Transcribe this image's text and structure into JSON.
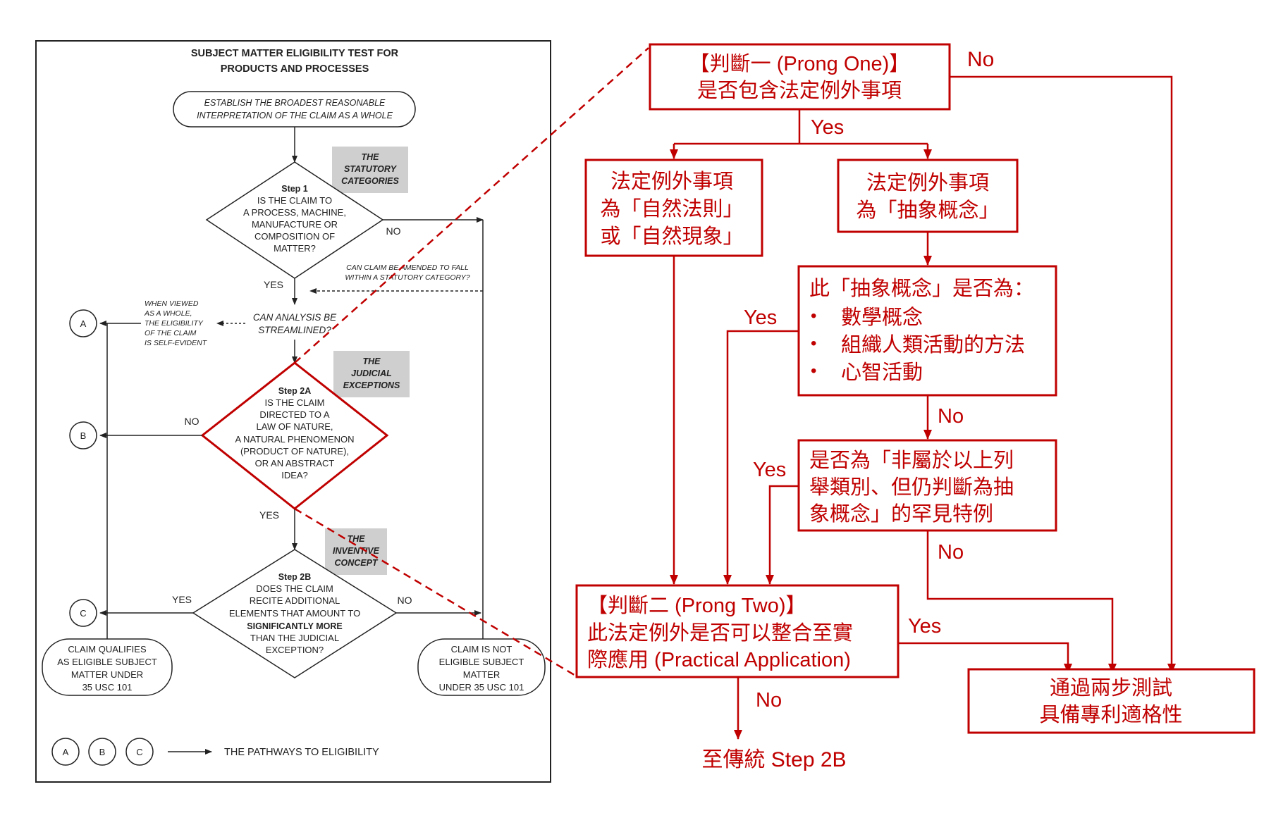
{
  "left_flowchart": {
    "title_line1": "SUBJECT MATTER ELIGIBILITY TEST FOR",
    "title_line2": "PRODUCTS AND PROCESSES",
    "start_line1": "ESTABLISH THE BROADEST REASONABLE",
    "start_line2": "INTERPRETATION OF THE CLAIM AS A WHOLE",
    "tag_statutory": [
      "THE",
      "STATUTORY",
      "CATEGORIES"
    ],
    "step1_lines": [
      "Step 1",
      "IS THE CLAIM TO",
      "A PROCESS, MACHINE,",
      "MANUFACTURE OR",
      "COMPOSITION OF",
      "MATTER?"
    ],
    "step1_no": "NO",
    "step1_yes": "YES",
    "amend_line1": "CAN CLAIM BE AMENDED TO FALL",
    "amend_line2": "WITHIN A STATUTORY CATEGORY?",
    "streamline_line1": "CAN ANALYSIS BE",
    "streamline_line2": "STREAMLINED?",
    "self_evident_lines": [
      "WHEN VIEWED",
      "AS A WHOLE,",
      "THE ELIGIBILITY",
      "OF THE CLAIM",
      "IS SELF-EVIDENT"
    ],
    "tag_judicial": [
      "THE",
      "JUDICIAL",
      "EXCEPTIONS"
    ],
    "step2a_lines": [
      "Step 2A",
      "IS THE CLAIM",
      "DIRECTED TO A",
      "LAW OF NATURE,",
      "A NATURAL PHENOMENON",
      "(PRODUCT OF NATURE),",
      "OR AN ABSTRACT",
      "IDEA?"
    ],
    "step2a_no": "NO",
    "step2a_yes": "YES",
    "tag_inventive": [
      "THE",
      "INVENTIVE",
      "CONCEPT"
    ],
    "step2b_lines": [
      "Step 2B",
      "DOES THE CLAIM",
      "RECITE ADDITIONAL",
      "ELEMENTS THAT AMOUNT TO",
      "SIGNIFICANTLY MORE",
      "THAN THE JUDICIAL",
      "EXCEPTION?"
    ],
    "step2b_yes": "YES",
    "step2b_no": "NO",
    "qualifies_lines": [
      "CLAIM QUALIFIES",
      "AS ELIGIBLE SUBJECT",
      "MATTER UNDER",
      "35 USC 101"
    ],
    "not_eligible_lines": [
      "CLAIM IS NOT",
      "ELIGIBLE SUBJECT",
      "MATTER",
      "UNDER 35 USC 101"
    ],
    "circle_a": "A",
    "circle_b": "B",
    "circle_c": "C",
    "legend_text": "THE PATHWAYS TO ELIGIBILITY"
  },
  "right_flowchart": {
    "prong_one_line1": "【判斷一 (Prong One)】",
    "prong_one_line2": "是否包含法定例外事項",
    "prong_one_no": "No",
    "prong_one_yes": "Yes",
    "nature_lines": [
      "法定例外事項",
      "為「自然法則」",
      "或「自然現象」"
    ],
    "abstract_lines": [
      "法定例外事項",
      "為「抽象概念」"
    ],
    "grouping_title": "此「抽象概念」是否為：",
    "grouping_items": [
      "數學概念",
      "組織人類活動的方法",
      "心智活動"
    ],
    "grouping_yes": "Yes",
    "grouping_no": "No",
    "rare_lines": [
      "是否為「非屬於以上列",
      "舉類別、但仍判斷為抽",
      "象概念」的罕見特例"
    ],
    "rare_yes": "Yes",
    "rare_no": "No",
    "prong_two_line1": "【判斷二 (Prong Two)】",
    "prong_two_line2": "此法定例外是否可以整合至實",
    "prong_two_line3": "際應用 (Practical Application)",
    "prong_two_yes": "Yes",
    "prong_two_no": "No",
    "eligible_line1": "通過兩步測試",
    "eligible_line2": "具備專利適格性",
    "to_step2b": "至傳統 Step 2B"
  },
  "colors": {
    "accent_red": "#c00000",
    "ink": "#222222",
    "tag_gray": "#cfcfcf"
  }
}
